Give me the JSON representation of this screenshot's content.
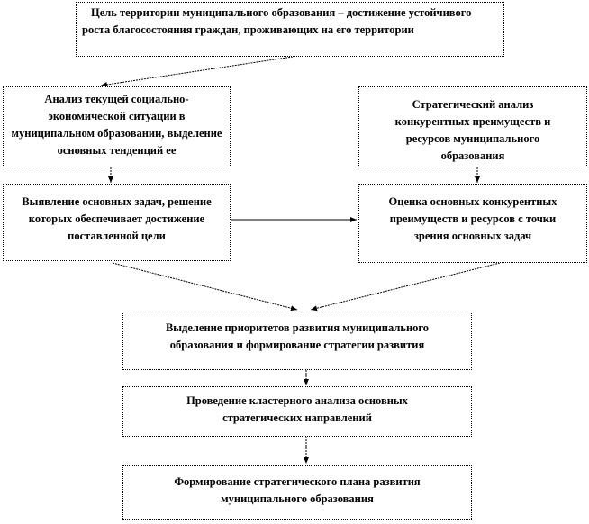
{
  "goal": "Цель территории муниципального образования – достижение устойчивого роста благосостояния граждан, проживающих на его территории",
  "analysis_current": "Анализ текущей социально-экономической ситуации в муниципальном образовании, выделение основных тенденций ее",
  "strategic_analysis": "Стратегический анализ конкурентных преимуществ и ресурсов муниципального образования",
  "identify_tasks": "Выявление основных задач, решение которых обеспечивает достижение поставленной цели",
  "evaluate_advantages": "Оценка основных конкурентных преимуществ и ресурсов с точки зрения основных задач",
  "priorities": "Выделение приоритетов развития муниципального образования и формирование стратегии развития",
  "cluster_analysis": "Проведение кластерного анализа основных стратегических направлений",
  "strategic_plan": "Формирование стратегического плана развития муниципального образования"
}
